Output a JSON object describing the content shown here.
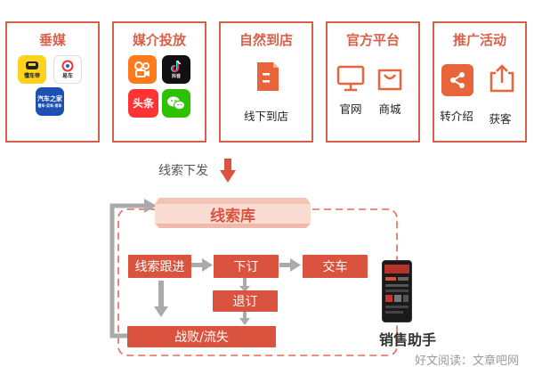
{
  "categories": [
    {
      "title": "垂媒",
      "apps": [
        {
          "name": "懂车帝",
          "icon": "dongchedi-app-icon"
        },
        {
          "name": "易车",
          "icon": "yiche-app-icon"
        },
        {
          "name": "汽车之家",
          "icon": "autohome-app-icon"
        }
      ]
    },
    {
      "title": "媒介投放",
      "apps": [
        {
          "name": "快手",
          "icon": "kuaishou-app-icon"
        },
        {
          "name": "抖音",
          "icon": "douyin-app-icon"
        },
        {
          "name": "头条",
          "icon": "toutiao-app-icon"
        },
        {
          "name": "微信",
          "icon": "wechat-app-icon"
        }
      ]
    },
    {
      "title": "自然到店",
      "items": [
        {
          "label": "线下到店",
          "icon": "document-icon"
        }
      ]
    },
    {
      "title": "官方平台",
      "items": [
        {
          "label": "官网",
          "icon": "monitor-icon"
        },
        {
          "label": "商城",
          "icon": "shopping-bag-icon"
        }
      ]
    },
    {
      "title": "推广活动",
      "items": [
        {
          "label": "转介绍",
          "icon": "share-icon"
        },
        {
          "label": "获客",
          "icon": "upload-icon"
        }
      ]
    }
  ],
  "flow": {
    "dispatch_label": "线索下发",
    "pool_label": "线索库",
    "follow_up": "线索跟进",
    "order": "下订",
    "delivery": "交车",
    "cancel_order": "退订",
    "lost": "战败/流失",
    "assistant_label": "销售助手"
  },
  "app_badges": {
    "dongchedi": "懂车帝",
    "yiche": "易车",
    "autohome": "汽车之家",
    "autohome_sub": "看车·买车·用车",
    "douyin": "抖音",
    "toutiao": "头条"
  },
  "watermark": "好文阅读：文章吧网",
  "colors": {
    "accent": "#d9533f",
    "box_border": "#d9604a",
    "icon_orange": "#e8653b",
    "arrow_gray": "#aaaaaa"
  }
}
